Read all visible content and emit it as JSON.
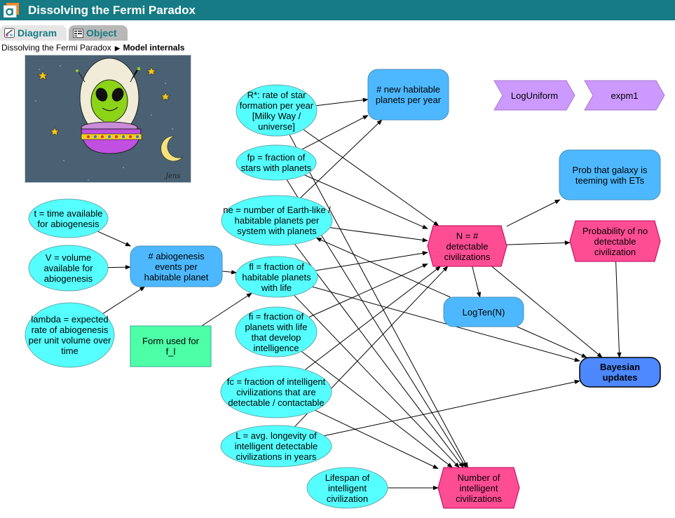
{
  "window": {
    "title": "Dissolving the Fermi Paradox",
    "logo_icon": "analytica-logo-icon"
  },
  "tabs": [
    {
      "label": "Diagram",
      "icon": "diagram-icon",
      "active": true
    },
    {
      "label": "Object",
      "icon": "object-icon",
      "active": false
    }
  ],
  "breadcrumb": {
    "parent": "Dissolving the Fermi Paradox",
    "separator_icon": "triangle-right-icon",
    "current": "Model internals"
  },
  "picture": {
    "description": "alien-in-flying-saucer-illustration",
    "signature": "Jens"
  },
  "colors": {
    "titlebar": "#167b84",
    "chance_node": "#55ffff",
    "variable_node": "#4db8ff",
    "objective_node": "#ff4d94",
    "function_node": "#cc99ff",
    "module_form": "#4dffa6",
    "decision_node_dark": "#4d88ff"
  },
  "nodes": [
    {
      "id": "rstar",
      "type": "chance",
      "label": "R*: rate of star formation per year [Milky Way / universe]"
    },
    {
      "id": "fp",
      "type": "chance",
      "label": "fp = fraction of stars with planets"
    },
    {
      "id": "ne",
      "type": "chance",
      "label": "ne = number of Earth-like / habitable planets per system with planets"
    },
    {
      "id": "fl",
      "type": "chance",
      "label": "fl = fraction of habitable planets with life"
    },
    {
      "id": "fi",
      "type": "chance",
      "label": "fi = fraction of planets with life that develop intelligence"
    },
    {
      "id": "fc",
      "type": "chance",
      "label": "fc = fraction of intelligent civilizations that are detectable / contactable"
    },
    {
      "id": "L",
      "type": "chance",
      "label": "L = avg. longevity of intelligent detectable civilizations in years"
    },
    {
      "id": "lifespan",
      "type": "chance",
      "label": "Lifespan of intelligent civilization"
    },
    {
      "id": "t",
      "type": "chance",
      "label": "t = time available for abiogenesis"
    },
    {
      "id": "V",
      "type": "chance",
      "label": "V = volume available for abiogenesis"
    },
    {
      "id": "lambda",
      "type": "chance",
      "label": "lambda = expected rate of abiogenesis per unit volume over time"
    },
    {
      "id": "abio",
      "type": "variable",
      "label": "# abiogenesis events per habitable planet"
    },
    {
      "id": "form",
      "type": "form",
      "label": "Form used for f_l"
    },
    {
      "id": "newhab",
      "type": "variable",
      "label": "# new habitable planets per year"
    },
    {
      "id": "logunif",
      "type": "function",
      "label": "LogUniform"
    },
    {
      "id": "expm1",
      "type": "function",
      "label": "expm1"
    },
    {
      "id": "teeming",
      "type": "variable",
      "label": "Prob that galaxy is teeming with ETs"
    },
    {
      "id": "N",
      "type": "objective",
      "label": "N = # detectable civilizations"
    },
    {
      "id": "probno",
      "type": "objective",
      "label": "Probability of no detectable civilization"
    },
    {
      "id": "logten",
      "type": "variable",
      "label": "LogTen(N)"
    },
    {
      "id": "bayes",
      "type": "decision",
      "label": "Bayesian updates"
    },
    {
      "id": "numintel",
      "type": "objective",
      "label": "Number of intelligent civilizations"
    }
  ],
  "edges": [
    [
      "rstar",
      "newhab"
    ],
    [
      "fp",
      "newhab"
    ],
    [
      "ne",
      "newhab"
    ],
    [
      "rstar",
      "N"
    ],
    [
      "fp",
      "N"
    ],
    [
      "ne",
      "N"
    ],
    [
      "fl",
      "N"
    ],
    [
      "fi",
      "N"
    ],
    [
      "fc",
      "N"
    ],
    [
      "L",
      "N"
    ],
    [
      "t",
      "abio"
    ],
    [
      "V",
      "abio"
    ],
    [
      "lambda",
      "abio"
    ],
    [
      "abio",
      "fl"
    ],
    [
      "form",
      "fl"
    ],
    [
      "N",
      "teeming"
    ],
    [
      "N",
      "probno"
    ],
    [
      "N",
      "logten"
    ],
    [
      "N",
      "bayes"
    ],
    [
      "logten",
      "ne"
    ],
    [
      "probno",
      "bayes"
    ],
    [
      "logten",
      "bayes"
    ],
    [
      "fl",
      "bayes"
    ],
    [
      "L",
      "bayes"
    ],
    [
      "rstar",
      "numintel"
    ],
    [
      "fp",
      "numintel"
    ],
    [
      "ne",
      "numintel"
    ],
    [
      "fl",
      "numintel"
    ],
    [
      "fi",
      "numintel"
    ],
    [
      "fc",
      "numintel"
    ],
    [
      "lifespan",
      "numintel"
    ]
  ]
}
